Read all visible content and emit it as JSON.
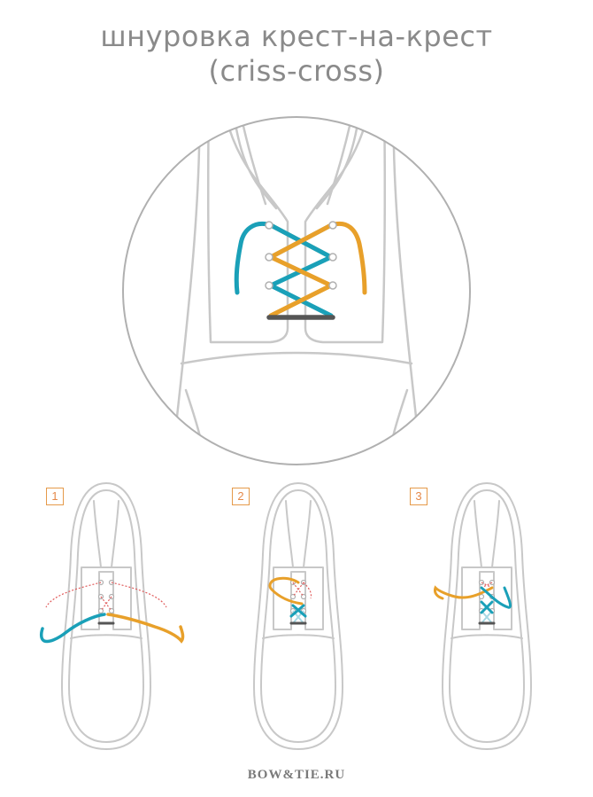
{
  "title": {
    "line1": "шнуровка крест-на-крест",
    "line2": "(criss-cross)"
  },
  "steps": [
    {
      "label": "1"
    },
    {
      "label": "2"
    },
    {
      "label": "3"
    }
  ],
  "brand": "BOW&TIE.RU",
  "colors": {
    "outline": "#c8c8c8",
    "teal": "#1aa0b8",
    "teal_light": "#a7d8e4",
    "orange": "#e8a02a",
    "orange_light": "#f3d3a0",
    "dark": "#555555",
    "red_dotted": "#e05a5a",
    "badge": "#e59a4a"
  }
}
